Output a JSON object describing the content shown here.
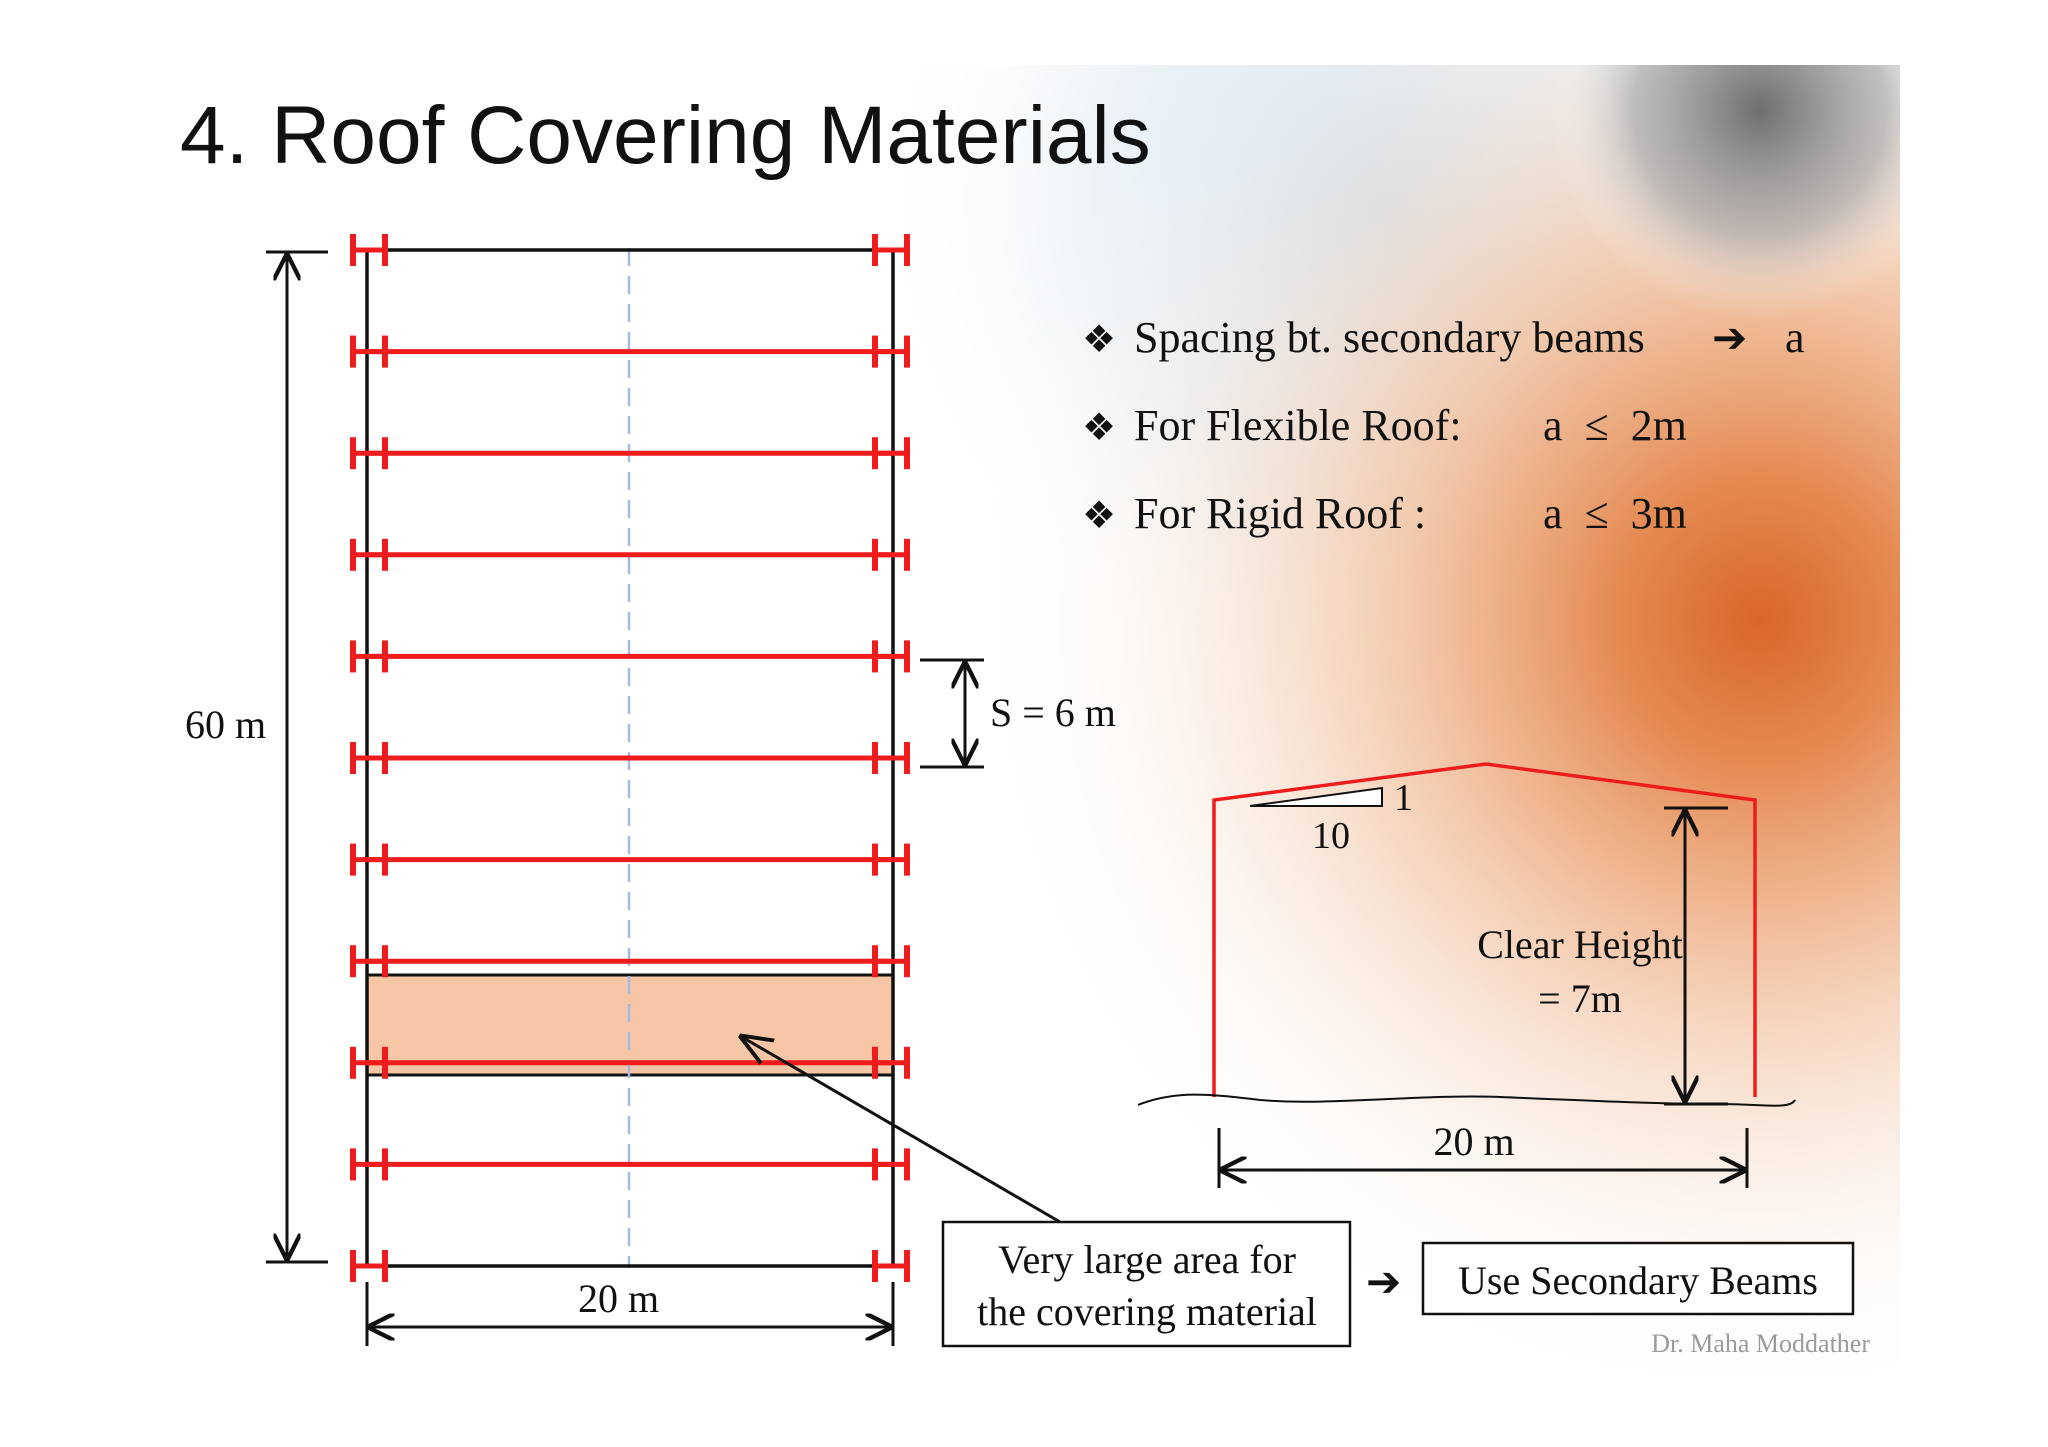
{
  "title": "4. Roof Covering Materials",
  "bullets": [
    {
      "label": "Spacing bt. secondary beams",
      "arrow": "➔",
      "value": "a"
    },
    {
      "label": "For Flexible Roof:",
      "value": "a  ≤  2m"
    },
    {
      "label": "For Rigid Roof :",
      "value": "a  ≤  3m"
    }
  ],
  "bullet_symbol": "❖",
  "plan": {
    "height_label": "60 m",
    "width_label": "20 m",
    "spacing_label": "S = 6 m",
    "beam_count": 11,
    "highlight_bay": 7,
    "beam_color": "#ee1c1c",
    "highlight_color": "#f7c6a6"
  },
  "section": {
    "slope_rise": "1",
    "slope_run": "10",
    "clear_height_line1": "Clear Height",
    "clear_height_line2": "= 7m",
    "span_label": "20 m"
  },
  "callout": {
    "line1": "Very large area for",
    "line2": "the covering material",
    "arrow": "➔",
    "result": "Use Secondary Beams"
  },
  "footer": "Dr. Maha Moddather"
}
